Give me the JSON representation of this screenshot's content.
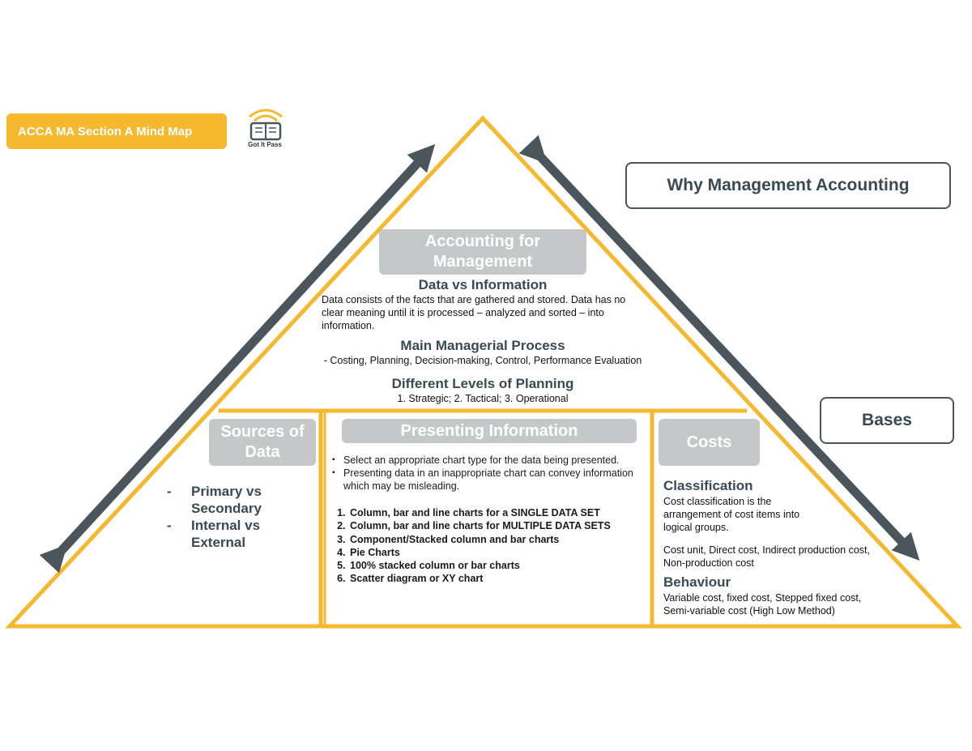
{
  "header": {
    "badge_title": "ACCA MA Section A Mind Map",
    "logo_text": "Got It Pass"
  },
  "side_boxes": {
    "why": "Why Management Accounting",
    "bases": "Bases"
  },
  "colors": {
    "accent": "#f5b82e",
    "arrow": "#4a555c",
    "heading_grey": "#c5c7c9",
    "subhead": "#3a4a52"
  },
  "top_section": {
    "heading": "Accounting for Management",
    "data_vs_info_title": "Data vs Information",
    "data_vs_info_text": "Data consists of the facts that are gathered and stored. Data has no clear meaning until it is processed – analyzed and sorted – into information.",
    "process_title": "Main Managerial Process",
    "process_text": "- Costing, Planning, Decision-making, Control, Performance Evaluation",
    "planning_title": "Different Levels of Planning",
    "planning_text": "1. Strategic; 2. Tactical; 3. Operational"
  },
  "sources": {
    "heading": "Sources of Data",
    "items": [
      {
        "dash": "-",
        "text": "Primary vs Secondary"
      },
      {
        "dash": "-",
        "text": "Internal vs External"
      }
    ]
  },
  "presenting": {
    "heading": "Presenting Information",
    "bullets": [
      "Select an appropriate chart type for the data being presented.",
      "Presenting data in an inappropriate chart can convey information which may be misleading."
    ],
    "charts": [
      "Column, bar and line charts for a SINGLE DATA SET",
      "Column, bar and line charts for MULTIPLE DATA SETS",
      "Component/Stacked column and bar charts",
      "Pie Charts",
      "100% stacked column or bar charts",
      "Scatter diagram or XY chart"
    ]
  },
  "costs": {
    "heading": "Costs",
    "classification_title": "Classification",
    "classification_text": "Cost classification is the arrangement of cost items into logical groups.",
    "classification_examples": "Cost unit, Direct cost, Indirect production cost, Non-production cost",
    "behaviour_title": "Behaviour",
    "behaviour_text": "Variable cost, fixed cost, Stepped fixed cost, Semi-variable cost (High Low Method)"
  }
}
